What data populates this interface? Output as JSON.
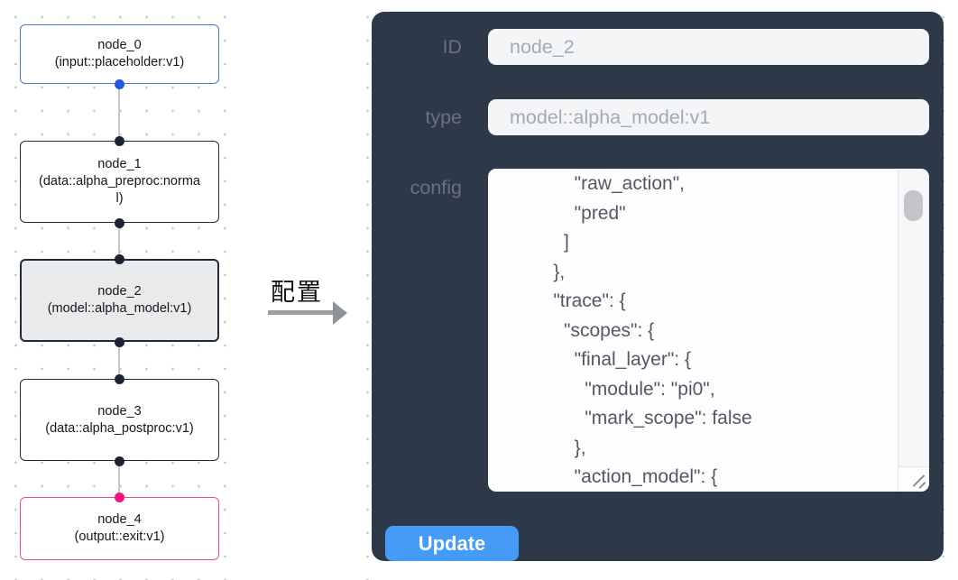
{
  "canvas": {
    "nodes": [
      {
        "id": "node_0",
        "type": "(input::placeholder:v1)",
        "variant": "input",
        "ports": [
          {
            "side": "bottom",
            "color": "blue"
          }
        ]
      },
      {
        "id": "node_1",
        "type": "(data::alpha_preproc:normal)",
        "variant": "default",
        "ports": [
          {
            "side": "top",
            "color": "dark"
          },
          {
            "side": "bottom",
            "color": "dark"
          }
        ]
      },
      {
        "id": "node_2",
        "type": "(model::alpha_model:v1)",
        "variant": "selected",
        "ports": [
          {
            "side": "top",
            "color": "dark"
          },
          {
            "side": "bottom",
            "color": "dark"
          }
        ]
      },
      {
        "id": "node_3",
        "type": "(data::alpha_postproc:v1)",
        "variant": "default",
        "ports": [
          {
            "side": "top",
            "color": "dark"
          },
          {
            "side": "bottom",
            "color": "dark"
          }
        ]
      },
      {
        "id": "node_4",
        "type": "(output::exit:v1)",
        "variant": "output",
        "ports": [
          {
            "side": "top",
            "color": "pink"
          }
        ]
      }
    ],
    "edges": [
      {
        "from": "node_0",
        "to": "node_1"
      },
      {
        "from": "node_1",
        "to": "node_2"
      },
      {
        "from": "node_2",
        "to": "node_3"
      },
      {
        "from": "node_3",
        "to": "node_4"
      }
    ]
  },
  "transition": {
    "label": "配置"
  },
  "panel": {
    "id_label": "ID",
    "id_value": "node_2",
    "type_label": "type",
    "type_value": "model::alpha_model:v1",
    "config_label": "config",
    "config_lines": [
      "              \"raw_action\",",
      "              \"pred\"",
      "            ]",
      "          },",
      "          \"trace\": {",
      "            \"scopes\": {",
      "              \"final_layer\": {",
      "                \"module\": \"pi0\",",
      "                \"mark_scope\": false",
      "              },",
      "              \"action_model\": {"
    ],
    "update_label": "Update"
  },
  "colors": {
    "accent_blue": "#2158e8",
    "accent_pink": "#f2117e",
    "panel_bg": "#2d3848",
    "button_blue": "#459bf8",
    "node_border_dark": "#222b3c",
    "node_border_blue": "#4b76c9",
    "node_border_pink": "#ec4b8f",
    "selected_node_bg": "#e9eaeb",
    "edge_gray": "#c6c8cc"
  }
}
